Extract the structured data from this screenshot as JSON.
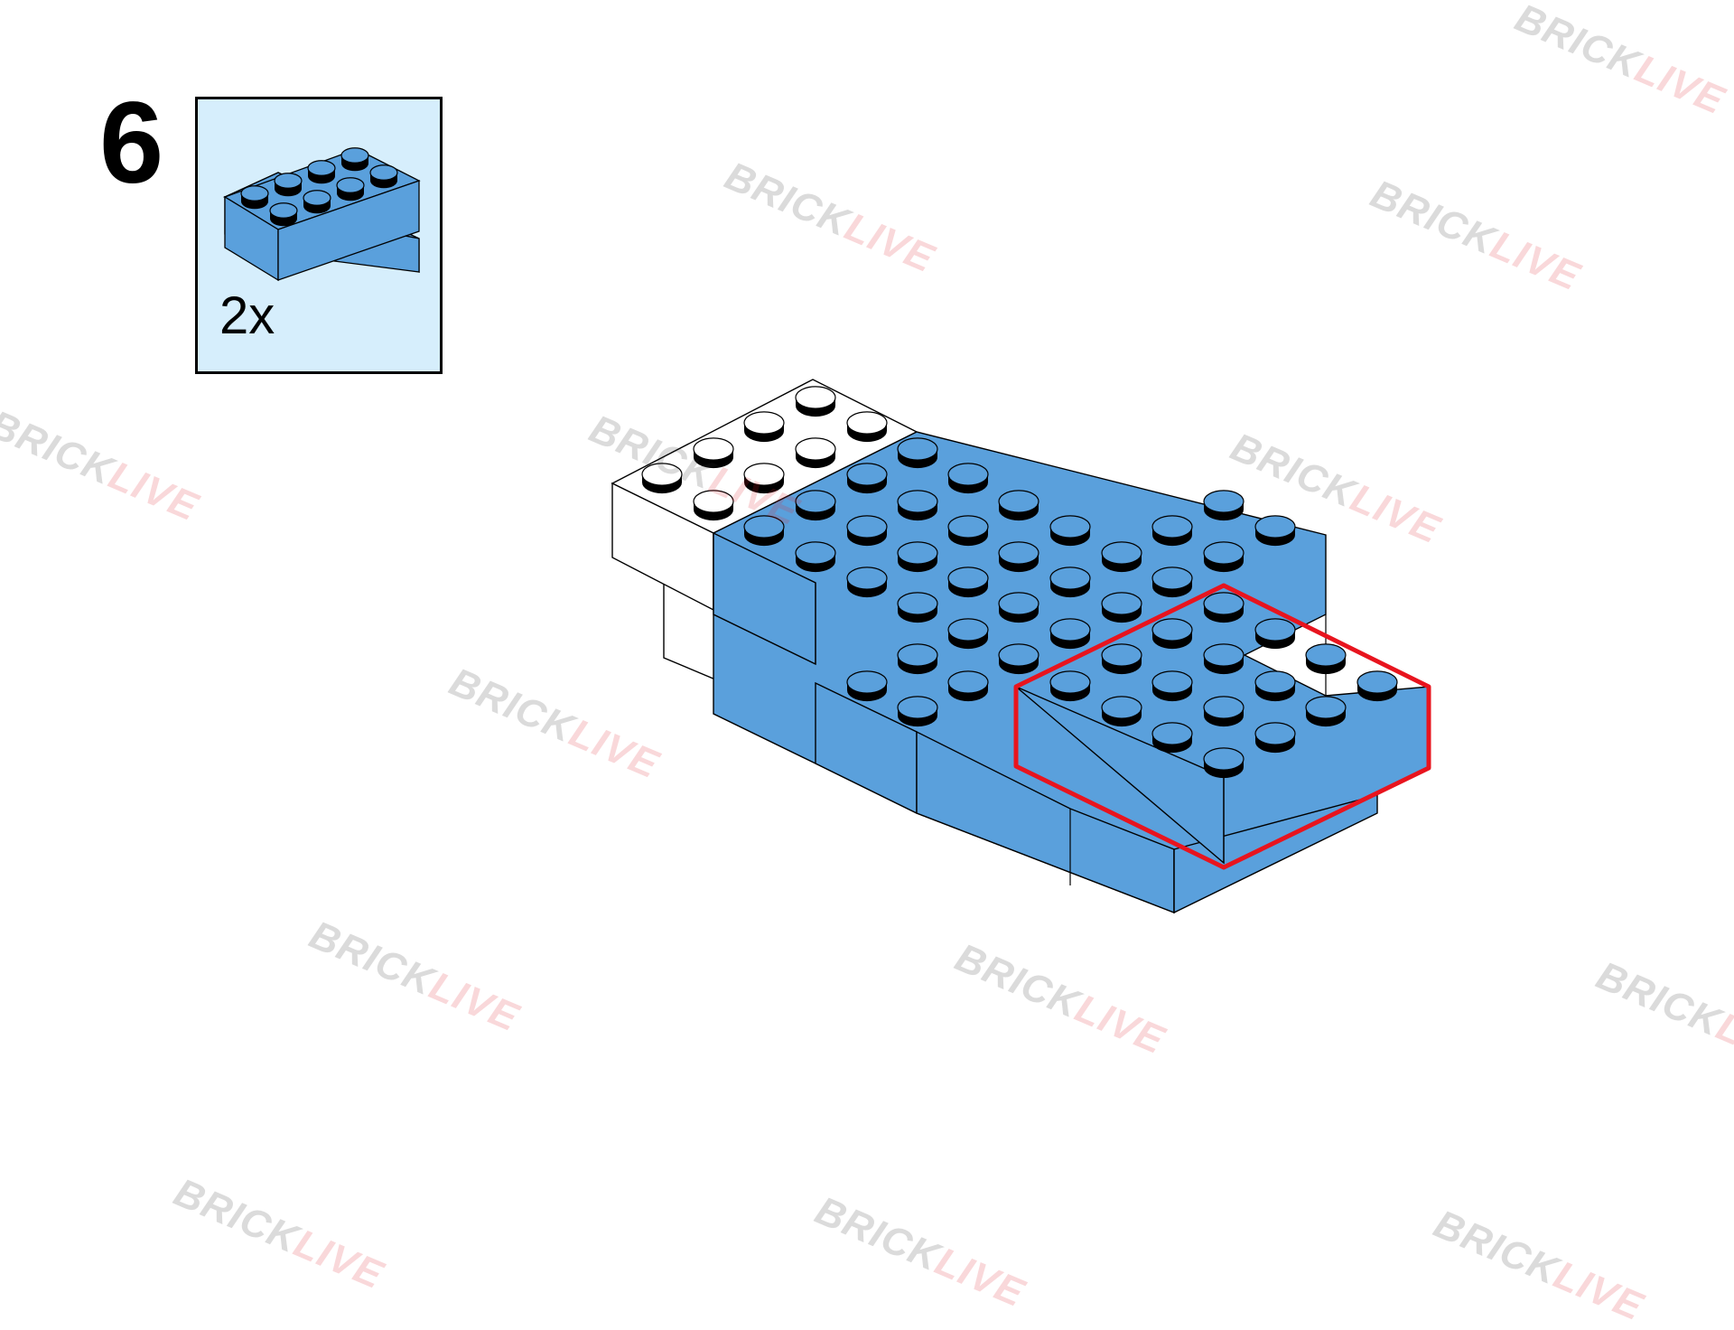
{
  "step": {
    "number": "6"
  },
  "parts": {
    "quantity": "2x",
    "brick_color": "#5aa0dc",
    "box_color": "#d6eefc"
  },
  "colors": {
    "blue_brick": "#5aa0dc",
    "white_brick": "#ffffff",
    "highlight": "#e8141e",
    "outline": "#000000"
  },
  "watermark": {
    "part1": "BRICK",
    "part2": "LIVE"
  }
}
